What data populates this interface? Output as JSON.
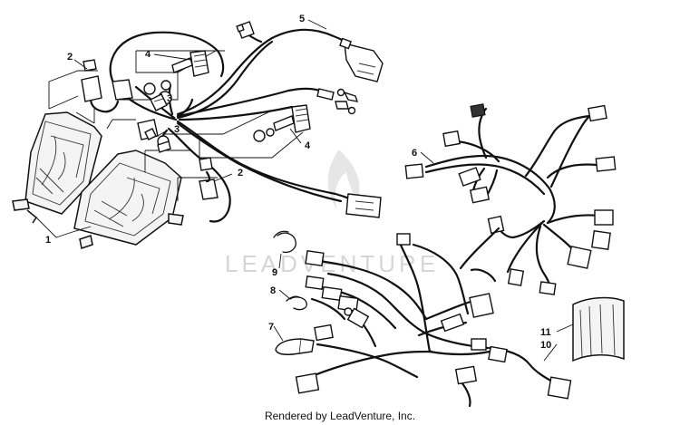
{
  "callouts": [
    {
      "id": "c1",
      "text": "1"
    },
    {
      "id": "c2a",
      "text": "2"
    },
    {
      "id": "c2b",
      "text": "2"
    },
    {
      "id": "c3a",
      "text": "3"
    },
    {
      "id": "c3b",
      "text": "3"
    },
    {
      "id": "c4a",
      "text": "4"
    },
    {
      "id": "c4b",
      "text": "4"
    },
    {
      "id": "c5",
      "text": "5"
    },
    {
      "id": "c6",
      "text": "6"
    },
    {
      "id": "c7",
      "text": "7"
    },
    {
      "id": "c8",
      "text": "8"
    },
    {
      "id": "c9",
      "text": "9"
    },
    {
      "id": "c10",
      "text": "10"
    },
    {
      "id": "c11",
      "text": "11"
    }
  ],
  "watermark": "LEADVENTURE",
  "footer": "Rendered by LeadVenture, Inc."
}
